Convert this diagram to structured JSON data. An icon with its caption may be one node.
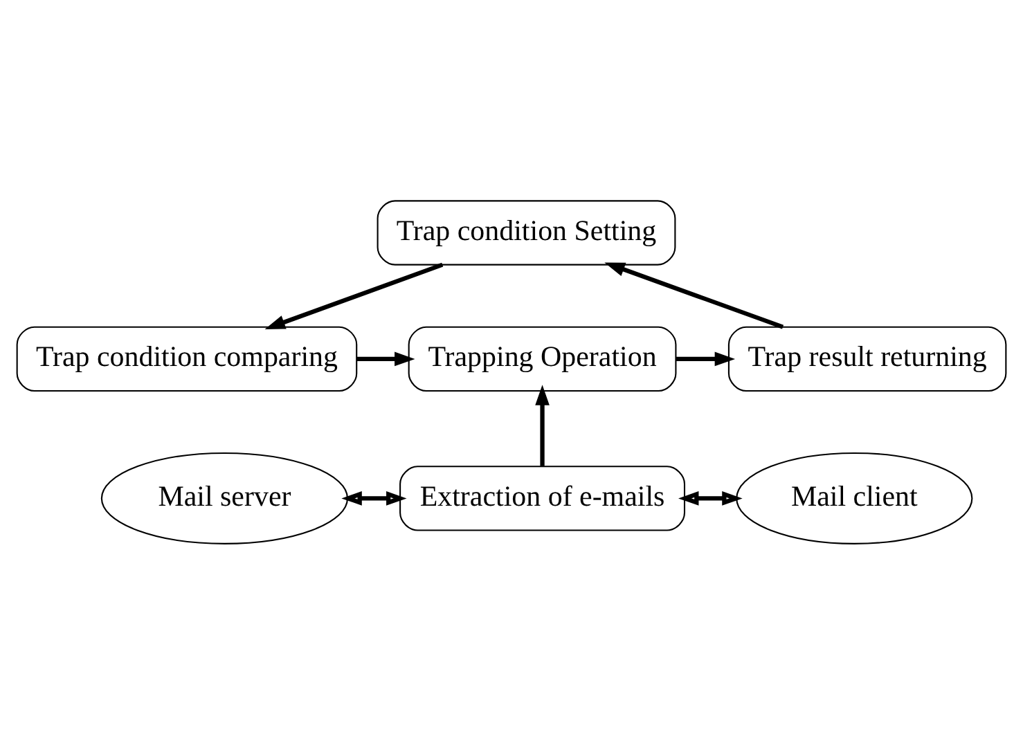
{
  "diagram": {
    "nodes": [
      {
        "text": [
          "Trap condition Setting"
        ]
      },
      {
        "text": [
          "Trap condition comparing"
        ]
      },
      {
        "text": [
          "Trapping Operation"
        ]
      },
      {
        "text": [
          "Trap result returning"
        ]
      },
      {
        "text": [
          "Mail server"
        ]
      },
      {
        "text": [
          "Extraction of e-mails"
        ]
      },
      {
        "text": [
          "Mail client"
        ]
      }
    ],
    "edges": [
      {
        "from": 0,
        "to": 1,
        "arrow": "to"
      },
      {
        "from": 1,
        "to": 2,
        "arrow": "to"
      },
      {
        "from": 2,
        "to": 3,
        "arrow": "to"
      },
      {
        "from": 3,
        "to": 0,
        "arrow": "to"
      },
      {
        "from": 5,
        "to": 2,
        "arrow": "to"
      },
      {
        "from": 4,
        "to": 5,
        "arrow": "both"
      },
      {
        "from": 5,
        "to": 6,
        "arrow": "both"
      }
    ]
  }
}
